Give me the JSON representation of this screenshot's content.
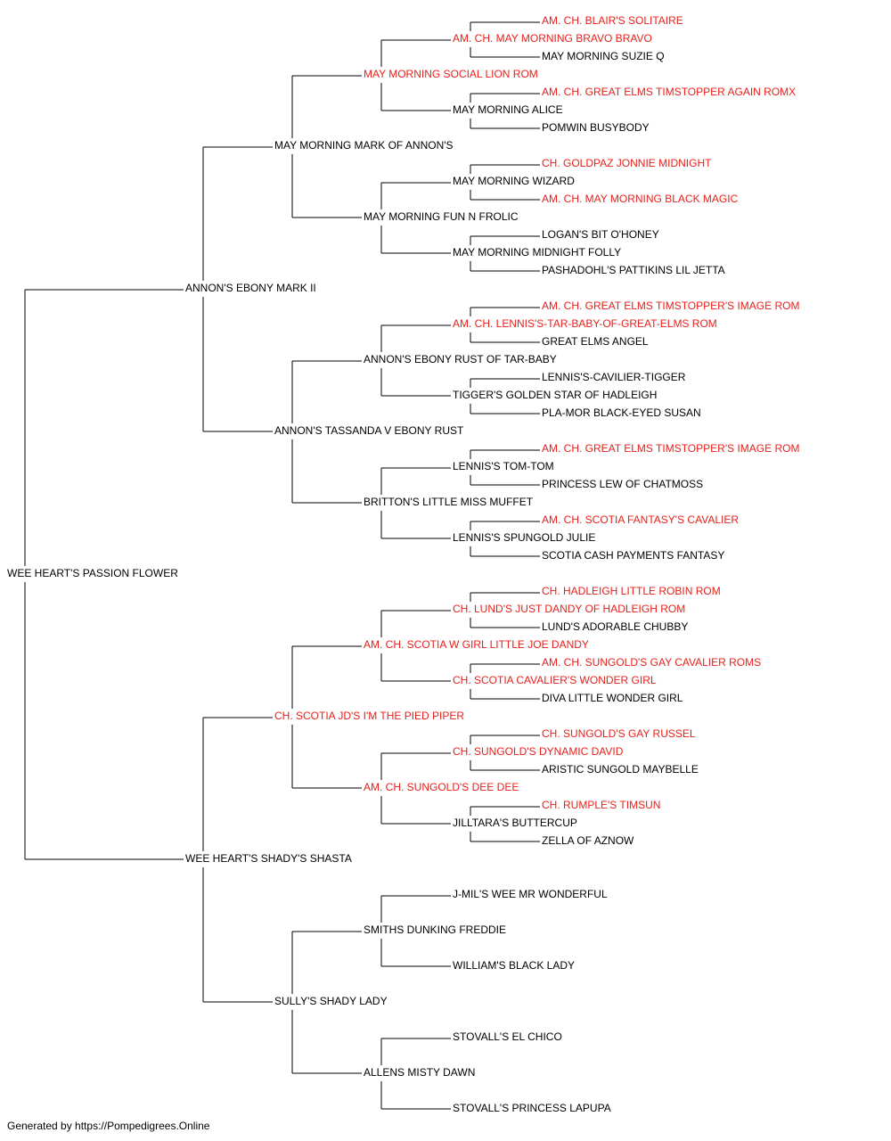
{
  "colors": {
    "champion": "#e8201b",
    "normal": "#000000",
    "line": "#000000"
  },
  "pedigree": {
    "name": "WEE HEART'S PASSION FLOWER",
    "champion": false,
    "sire": {
      "name": "ANNON'S EBONY MARK II",
      "champion": false,
      "sire": {
        "name": "MAY MORNING MARK OF ANNON'S",
        "champion": false,
        "sire": {
          "name": "MAY MORNING SOCIAL LION ROM",
          "champion": true,
          "sire": {
            "name": "AM. CH. MAY MORNING BRAVO BRAVO",
            "champion": true,
            "sire": {
              "name": "AM. CH. BLAIR'S SOLITAIRE",
              "champion": true
            },
            "dam": {
              "name": "MAY MORNING SUZIE Q",
              "champion": false
            }
          },
          "dam": {
            "name": "MAY MORNING ALICE",
            "champion": false,
            "sire": {
              "name": "AM. CH. GREAT ELMS TIMSTOPPER AGAIN ROMX",
              "champion": true
            },
            "dam": {
              "name": "POMWIN BUSYBODY",
              "champion": false
            }
          }
        },
        "dam": {
          "name": "MAY MORNING FUN N FROLIC",
          "champion": false,
          "sire": {
            "name": "MAY MORNING WIZARD",
            "champion": false,
            "sire": {
              "name": "CH. GOLDPAZ JONNIE MIDNIGHT",
              "champion": true
            },
            "dam": {
              "name": "AM. CH. MAY MORNING BLACK MAGIC",
              "champion": true
            }
          },
          "dam": {
            "name": "MAY MORNING MIDNIGHT FOLLY",
            "champion": false,
            "sire": {
              "name": "LOGAN'S BIT O'HONEY",
              "champion": false
            },
            "dam": {
              "name": "PASHADOHL'S PATTIKINS LIL JETTA",
              "champion": false
            }
          }
        }
      },
      "dam": {
        "name": "ANNON'S TASSANDA V EBONY RUST",
        "champion": false,
        "sire": {
          "name": "ANNON'S EBONY RUST OF TAR-BABY",
          "champion": false,
          "sire": {
            "name": "AM. CH. LENNIS'S-TAR-BABY-OF-GREAT-ELMS ROM",
            "champion": true,
            "sire": {
              "name": "AM. CH. GREAT ELMS TIMSTOPPER'S IMAGE ROM",
              "champion": true
            },
            "dam": {
              "name": "GREAT ELMS ANGEL",
              "champion": false
            }
          },
          "dam": {
            "name": "TIGGER'S GOLDEN STAR OF HADLEIGH",
            "champion": false,
            "sire": {
              "name": "LENNIS'S-CAVILIER-TIGGER",
              "champion": false
            },
            "dam": {
              "name": "PLA-MOR BLACK-EYED SUSAN",
              "champion": false
            }
          }
        },
        "dam": {
          "name": "BRITTON'S LITTLE MISS MUFFET",
          "champion": false,
          "sire": {
            "name": "LENNIS'S TOM-TOM",
            "champion": false,
            "sire": {
              "name": "AM. CH. GREAT ELMS TIMSTOPPER'S IMAGE ROM",
              "champion": true
            },
            "dam": {
              "name": "PRINCESS LEW OF CHATMOSS",
              "champion": false
            }
          },
          "dam": {
            "name": "LENNIS'S SPUNGOLD JULIE",
            "champion": false,
            "sire": {
              "name": "AM. CH. SCOTIA FANTASY'S CAVALIER",
              "champion": true
            },
            "dam": {
              "name": "SCOTIA CASH PAYMENTS FANTASY",
              "champion": false
            }
          }
        }
      }
    },
    "dam": {
      "name": "WEE HEART'S SHADY'S SHASTA",
      "champion": false,
      "sire": {
        "name": "CH. SCOTIA JD'S I'M THE PIED PIPER",
        "champion": true,
        "sire": {
          "name": "AM. CH. SCOTIA W GIRL LITTLE JOE DANDY",
          "champion": true,
          "sire": {
            "name": "CH. LUND'S JUST DANDY OF HADLEIGH ROM",
            "champion": true,
            "sire": {
              "name": "CH. HADLEIGH LITTLE ROBIN ROM",
              "champion": true
            },
            "dam": {
              "name": "LUND'S ADORABLE CHUBBY",
              "champion": false
            }
          },
          "dam": {
            "name": "CH. SCOTIA CAVALIER'S WONDER GIRL",
            "champion": true,
            "sire": {
              "name": "AM. CH. SUNGOLD'S GAY CAVALIER ROMS",
              "champion": true
            },
            "dam": {
              "name": "DIVA LITTLE WONDER GIRL",
              "champion": false
            }
          }
        },
        "dam": {
          "name": "AM. CH. SUNGOLD'S DEE DEE",
          "champion": true,
          "sire": {
            "name": "CH. SUNGOLD'S DYNAMIC DAVID",
            "champion": true,
            "sire": {
              "name": "CH. SUNGOLD'S GAY RUSSEL",
              "champion": true
            },
            "dam": {
              "name": "ARISTIC SUNGOLD MAYBELLE",
              "champion": false
            }
          },
          "dam": {
            "name": "JILLTARA'S BUTTERCUP",
            "champion": false,
            "sire": {
              "name": "CH. RUMPLE'S TIMSUN",
              "champion": true
            },
            "dam": {
              "name": "ZELLA OF AZNOW",
              "champion": false
            }
          }
        }
      },
      "dam": {
        "name": "SULLY'S SHADY LADY",
        "champion": false,
        "sire": {
          "name": "SMITHS DUNKING FREDDIE",
          "champion": false,
          "sire": {
            "name": "J-MIL'S WEE MR WONDERFUL",
            "champion": false
          },
          "dam": {
            "name": "WILLIAM'S BLACK LADY",
            "champion": false
          }
        },
        "dam": {
          "name": "ALLENS MISTY DAWN",
          "champion": false,
          "sire": {
            "name": "STOVALL'S EL CHICO",
            "champion": false
          },
          "dam": {
            "name": "STOVALL'S PRINCESS LAPUPA",
            "champion": false
          }
        }
      }
    }
  },
  "footer": {
    "text": "Generated by https://Pompedigrees.Online"
  }
}
